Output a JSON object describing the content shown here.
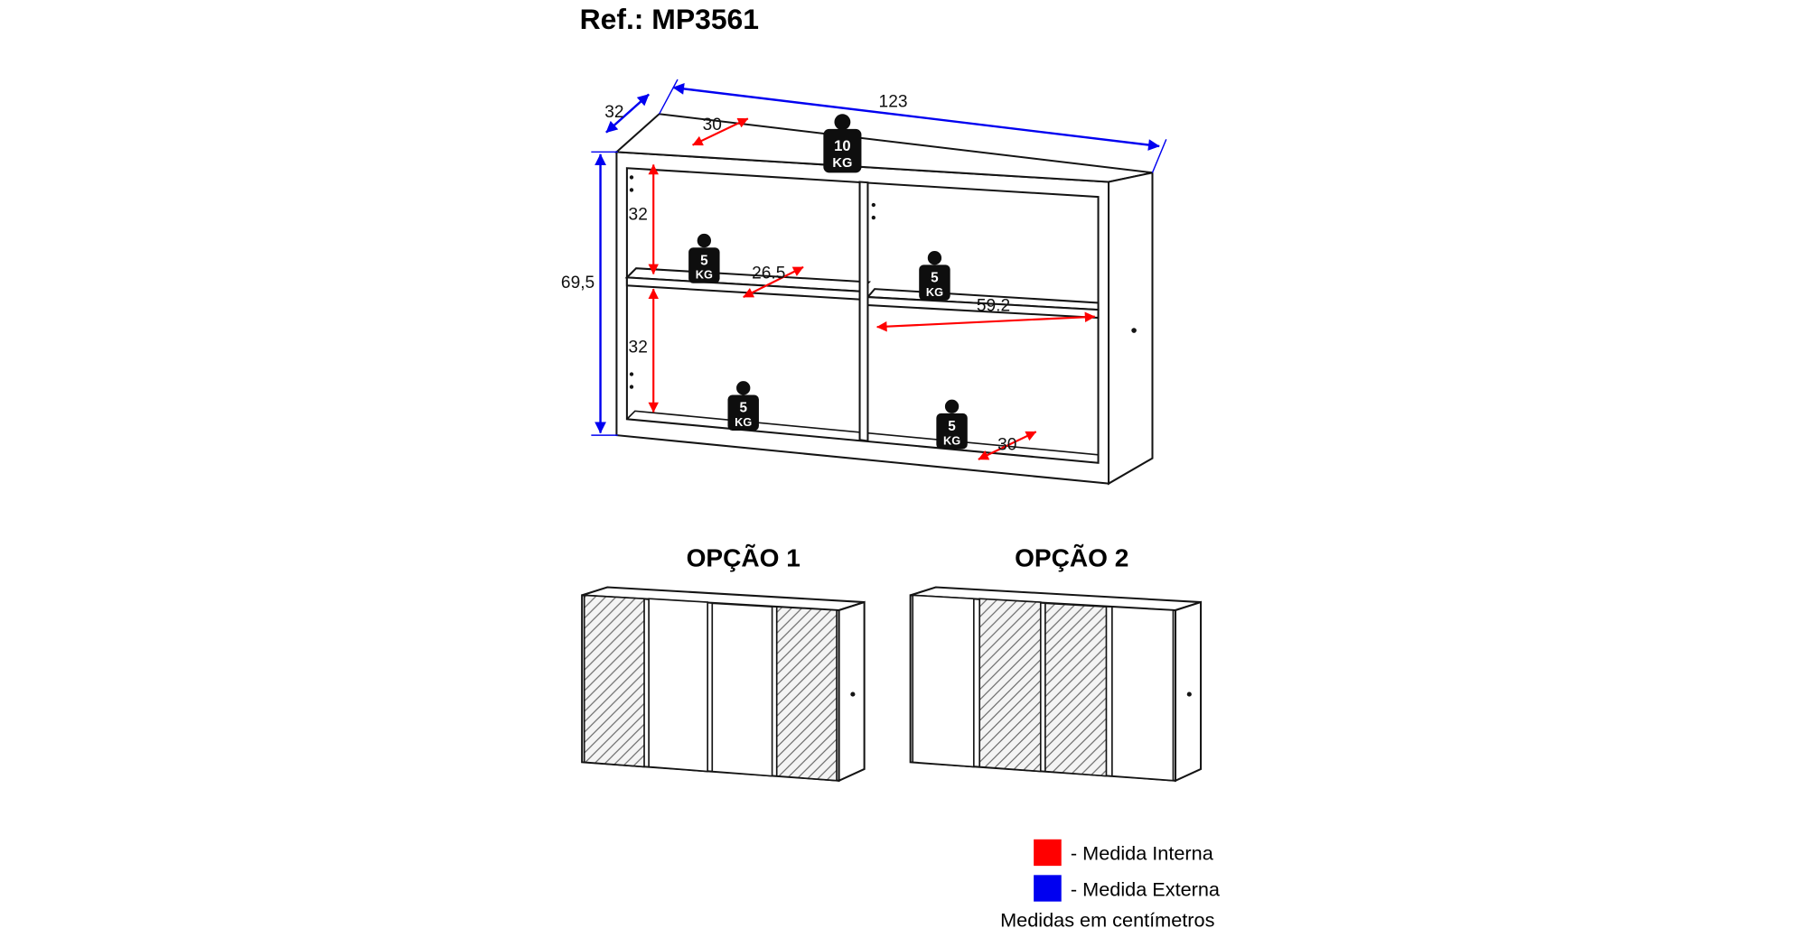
{
  "title": "Ref.: MP3561",
  "colors": {
    "internal": "#ff0000",
    "external": "#0000f0"
  },
  "cabinet": {
    "external": {
      "width": "123",
      "depth": "32",
      "height": "69,5"
    },
    "internal": {
      "top_depth": "30",
      "upper_section_height": "32",
      "lower_section_height": "32",
      "left_shelf_depth": "26.5",
      "right_section_width": "59.2",
      "bottom_depth": "30"
    },
    "weights": {
      "top": {
        "value": "10",
        "unit": "KG"
      },
      "left_shelf": {
        "value": "5",
        "unit": "KG"
      },
      "right_shelf": {
        "value": "5",
        "unit": "KG"
      },
      "left_bottom": {
        "value": "5",
        "unit": "KG"
      },
      "right_bottom": {
        "value": "5",
        "unit": "KG"
      }
    }
  },
  "options": {
    "option1_label": "OPÇÃO 1",
    "option2_label": "OPÇÃO 2"
  },
  "legend": {
    "internal": "- Medida Interna",
    "external": "- Medida Externa",
    "note": "Medidas em centímetros"
  }
}
